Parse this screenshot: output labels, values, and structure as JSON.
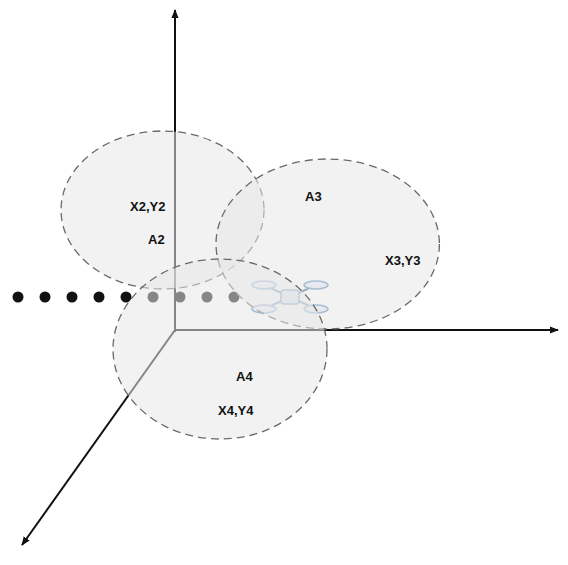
{
  "diagram": {
    "nodes": [
      {
        "text": [
          "X2,Y2",
          "A2"
        ]
      },
      {
        "text": [
          "A3",
          "X3,Y3"
        ]
      },
      {
        "text": [
          "A4",
          "X4,Y4"
        ]
      }
    ]
  }
}
